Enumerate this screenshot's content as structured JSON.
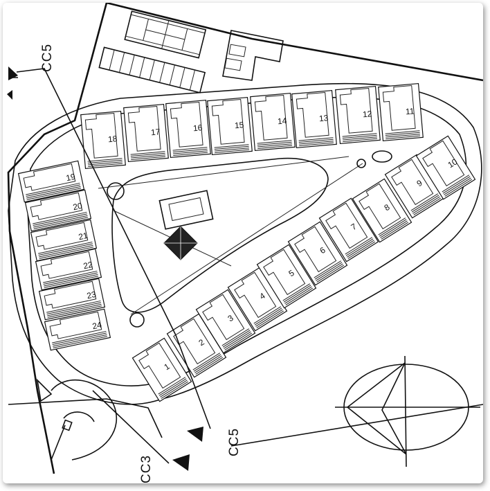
{
  "plan": {
    "section_labels": [
      "CC5",
      "CC5",
      "CC3"
    ],
    "lots_upper": [
      "18",
      "17",
      "16",
      "15",
      "14",
      "13",
      "12",
      "11"
    ],
    "lots_left": [
      "19",
      "20",
      "21",
      "22",
      "23",
      "24"
    ],
    "lots_lower": [
      "1",
      "2",
      "3",
      "4",
      "5",
      "6",
      "7",
      "8",
      "9",
      "10"
    ]
  },
  "icons": {
    "north_symbol": "north-arrow-icon",
    "section_marker": "section-arrow-icon"
  }
}
